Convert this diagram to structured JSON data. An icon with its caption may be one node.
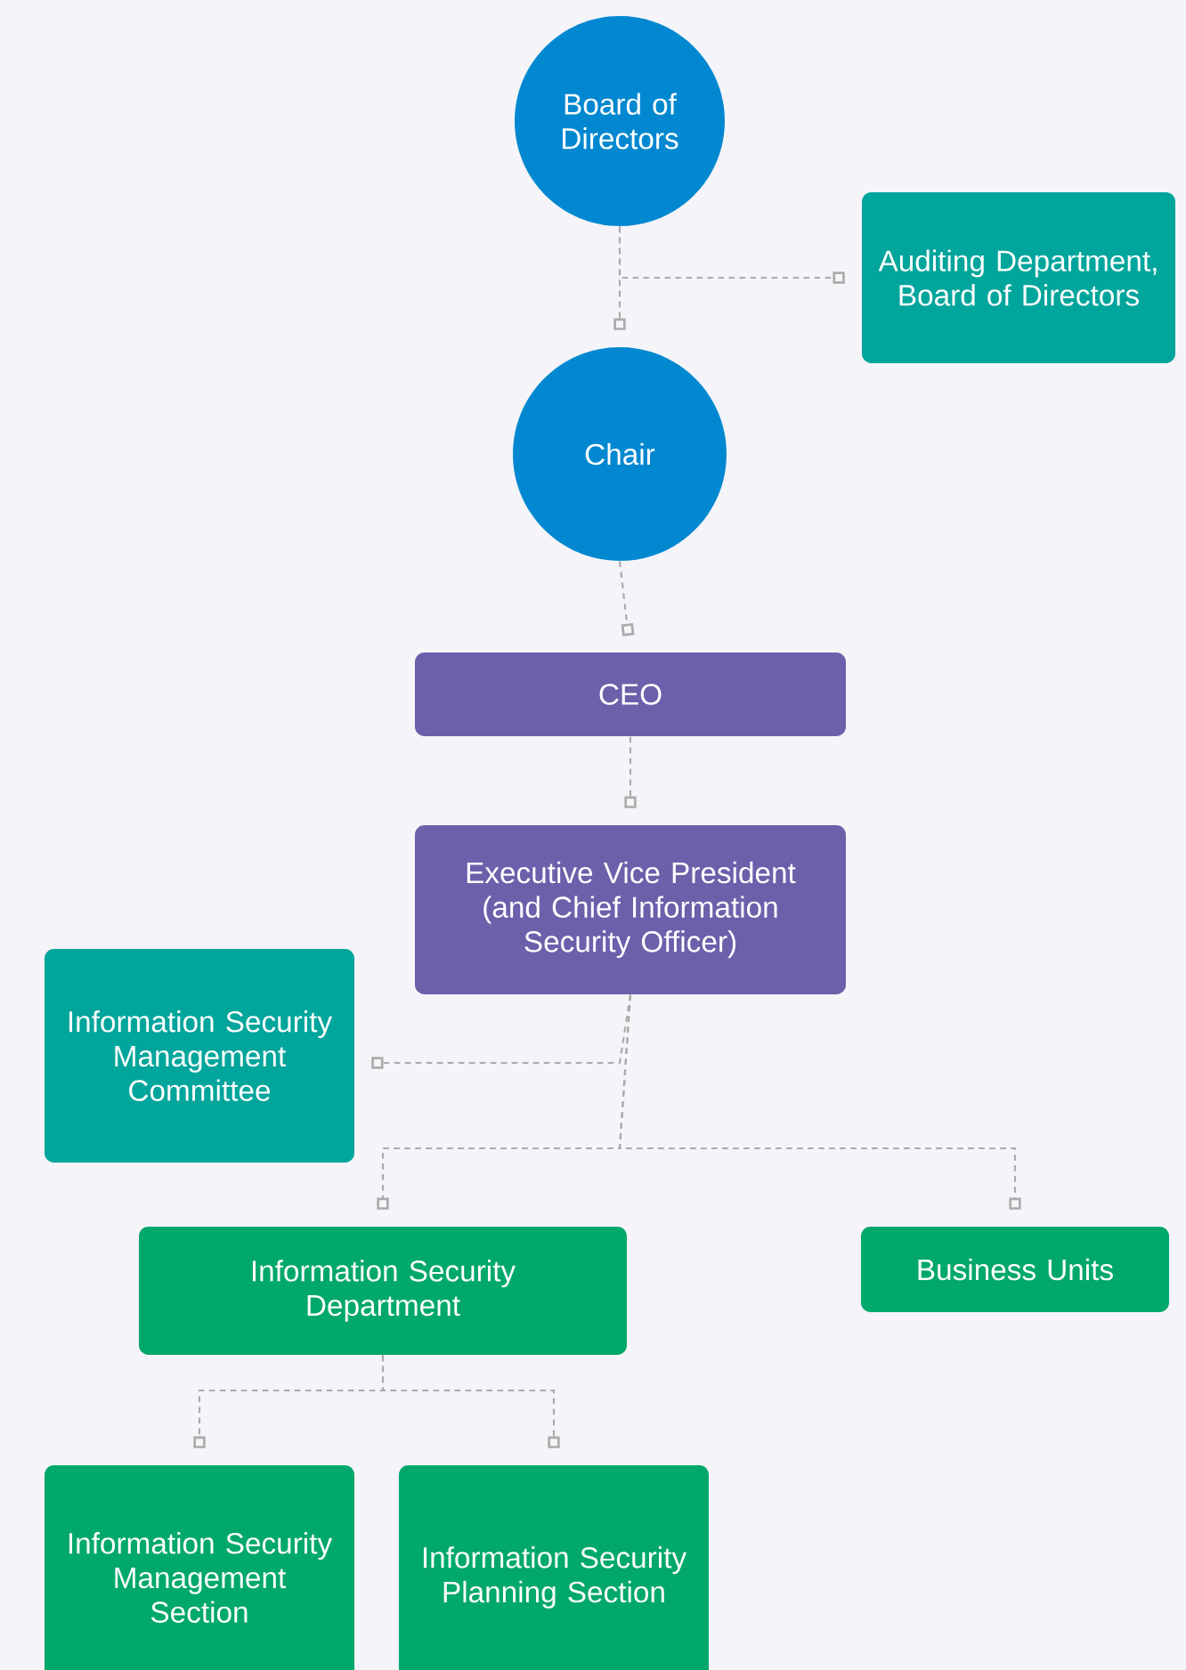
{
  "diagram": {
    "nodes": [
      {
        "text": [
          "Board of Directors"
        ]
      },
      {
        "text": [
          "Auditing Department, Board of Directors"
        ]
      },
      {
        "text": [
          "Chair"
        ]
      },
      {
        "text": [
          "CEO"
        ]
      },
      {
        "text": [
          "Executive Vice President (and Chief Information Security Officer)"
        ]
      },
      {
        "text": [
          "Information Security Management Committee"
        ]
      },
      {
        "text": [
          "Information Security Department"
        ]
      },
      {
        "text": [
          "Business Units"
        ]
      },
      {
        "text": [
          "Information Security Management Section"
        ]
      },
      {
        "text": [
          "Information Security Planning Section"
        ]
      }
    ],
    "edges": [
      {
        "from": 0,
        "to": 1,
        "arrow": "other",
        "style": "dashed"
      },
      {
        "from": 0,
        "to": 2,
        "arrow": "other",
        "style": "dashed"
      },
      {
        "from": 2,
        "to": 3,
        "arrow": "other",
        "style": "dashed"
      },
      {
        "from": 3,
        "to": 4,
        "arrow": "other",
        "style": "dashed"
      },
      {
        "from": 4,
        "to": 5,
        "arrow": "other",
        "style": "dashed"
      },
      {
        "from": 4,
        "to": 6,
        "arrow": "other",
        "style": "dashed"
      },
      {
        "from": 4,
        "to": 7,
        "arrow": "other",
        "style": "dashed"
      },
      {
        "from": 6,
        "to": 8,
        "arrow": "other",
        "style": "dashed"
      },
      {
        "from": 6,
        "to": 9,
        "arrow": "other",
        "style": "dashed"
      }
    ]
  }
}
